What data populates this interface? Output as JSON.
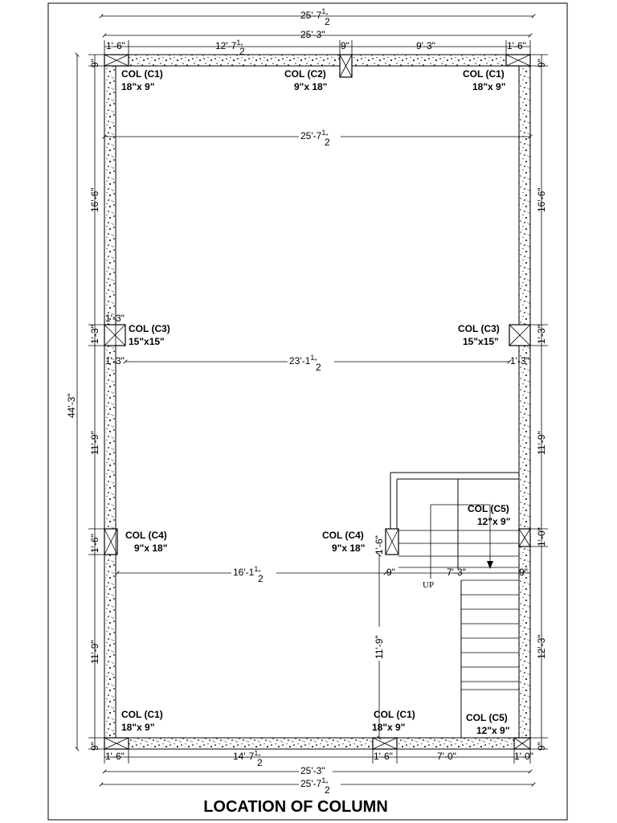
{
  "title": "LOCATION OF COLUMN",
  "columns": [
    {
      "name": "COL (C1)",
      "size": "18\"x 9\""
    },
    {
      "name": "COL (C2)",
      "size": "9\"x 18\""
    },
    {
      "name": "COL (C1)",
      "size": "18\"x 9\""
    },
    {
      "name": "COL (C3)",
      "size": "15\"x15\""
    },
    {
      "name": "COL (C3)",
      "size": "15\"x15\""
    },
    {
      "name": "COL (C4)",
      "size": "9\"x 18\""
    },
    {
      "name": "COL (C4)",
      "size": "9\"x 18\""
    },
    {
      "name": "COL (C5)",
      "size": "12\"x 9\""
    },
    {
      "name": "COL (C1)",
      "size": "18\"x 9\""
    },
    {
      "name": "COL (C1)",
      "size": "18\"x 9\""
    },
    {
      "name": "COL (C5)",
      "size": "12\"x 9\""
    }
  ],
  "dims": {
    "overall_width_outer": "25'-7",
    "overall_width_inner": "25'-3\"",
    "top_seg_1": "1'-6\"",
    "top_seg_2": "12'-7",
    "top_seg_3": "9\"",
    "top_seg_4": "9'-3\"",
    "top_seg_5": "1'-6\"",
    "inner_span_1": "25'-7",
    "inner_span_2": "23'-1",
    "inner_span_3": "16'-1",
    "stair_seg_1": "9\"",
    "stair_seg_2": "7'-3\"",
    "stair_seg_3": "9\"",
    "bottom_seg_1": "1'-6\"",
    "bottom_seg_2": "14'-7",
    "bottom_seg_3": "1'-6\"",
    "bottom_seg_4": "7'-0\"",
    "bottom_seg_5": "1'-0\"",
    "overall_height": "44'-3\"",
    "left_9_top": "9\"",
    "left_16_6": "16'-6\"",
    "left_1_3": "1'-3\"",
    "left_11_9_a": "11'-9\"",
    "left_1_6": "1'-6\"",
    "left_11_9_b": "11'-9\"",
    "left_9_bottom": "9\"",
    "right_9_top": "9\"",
    "right_16_6": "16'-6\"",
    "right_1_3": "1'-3\"",
    "right_11_9": "11'-9\"",
    "right_1_0": "1'-0\"",
    "right_12_3": "12'-3\"",
    "right_9_bottom": "9\"",
    "col_c3_left_w": "1'-3\"",
    "col_c3_left_h": "1'-3\"",
    "col_c3_right_h": "1'-3\"",
    "col_c4_h": "1'-6\"",
    "inner_11_9": "11'-9\"",
    "up": "UP"
  }
}
